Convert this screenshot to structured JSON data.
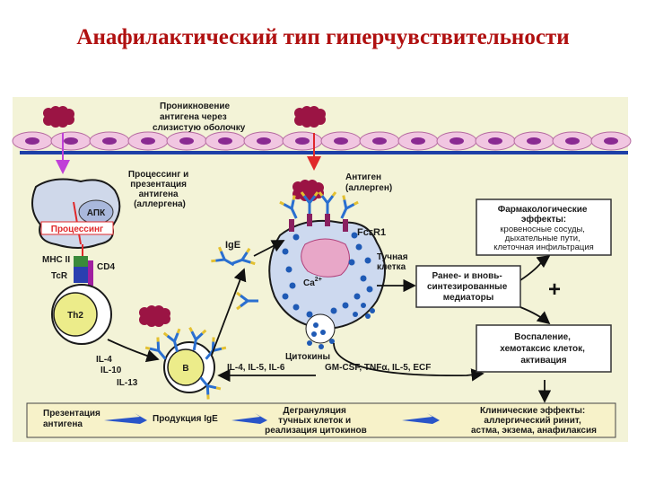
{
  "title": "Анафилактический тип гиперчувствительности",
  "labels": {
    "penetration": [
      "Проникновение",
      "антигена через",
      "слизистую оболочку"
    ],
    "processing": [
      "Процессинг и",
      "презентация",
      "антигена",
      "(аллергена)"
    ],
    "apc": "АПК",
    "processing_box": "Процессинг",
    "mhc": "MHC II",
    "tcr": "TcR",
    "cd4": "CD4",
    "th2": "Th2",
    "antigen": [
      "Антиген",
      "(аллерген)"
    ],
    "fcer1": "FcεR1",
    "ige": "IgE",
    "mast_cell": [
      "Тучная",
      "клетка"
    ],
    "ca": "Ca",
    "ca_sup": "2+",
    "b_cell": "B",
    "il_left": [
      "IL-4",
      "IL-10",
      "IL-13"
    ],
    "il_mid": "IL-4, IL-5, IL-6",
    "cytokines": "Цитокины",
    "cytokine_list": "GM-CSF, TNFα, IL-5, ECF",
    "pharm_title": [
      "Фармакологические",
      "эффекты:"
    ],
    "pharm_body": [
      "кровеносные сосуды,",
      "дыхательные пути,",
      "клеточная инфильтрация"
    ],
    "mediators": [
      "Ранее- и вновь-",
      "синтезированные",
      "медиаторы"
    ],
    "plus": "+",
    "inflammation": [
      "Воспаление,",
      "хемотаксис клеток,",
      "активация"
    ],
    "clinical_arrow": "↓"
  },
  "bottom_bar": {
    "step1": [
      "Презентация",
      "антигена"
    ],
    "step2": "Продукция IgE",
    "step3": [
      "Дегрануляция",
      "тучных клеток и",
      "реализация цитокинов"
    ],
    "step4": [
      "Клинические эффекты:",
      "аллергический ринит,",
      "астма, экзема, анафилаксия"
    ]
  },
  "colors": {
    "title": "#b01010",
    "panel": "#f3f3d7",
    "allergen": "#9b1444",
    "epithelium": "#f1c6e1",
    "nucleus": "#8a2a92",
    "membrane": "#1d3fa7",
    "arrow_red": "#e0282a",
    "arrow_magenta": "#c040d8",
    "mast": "#cdd9ef",
    "granule": "#1f5ab5",
    "th2": "#ecec8a",
    "box_border": "#333333"
  }
}
